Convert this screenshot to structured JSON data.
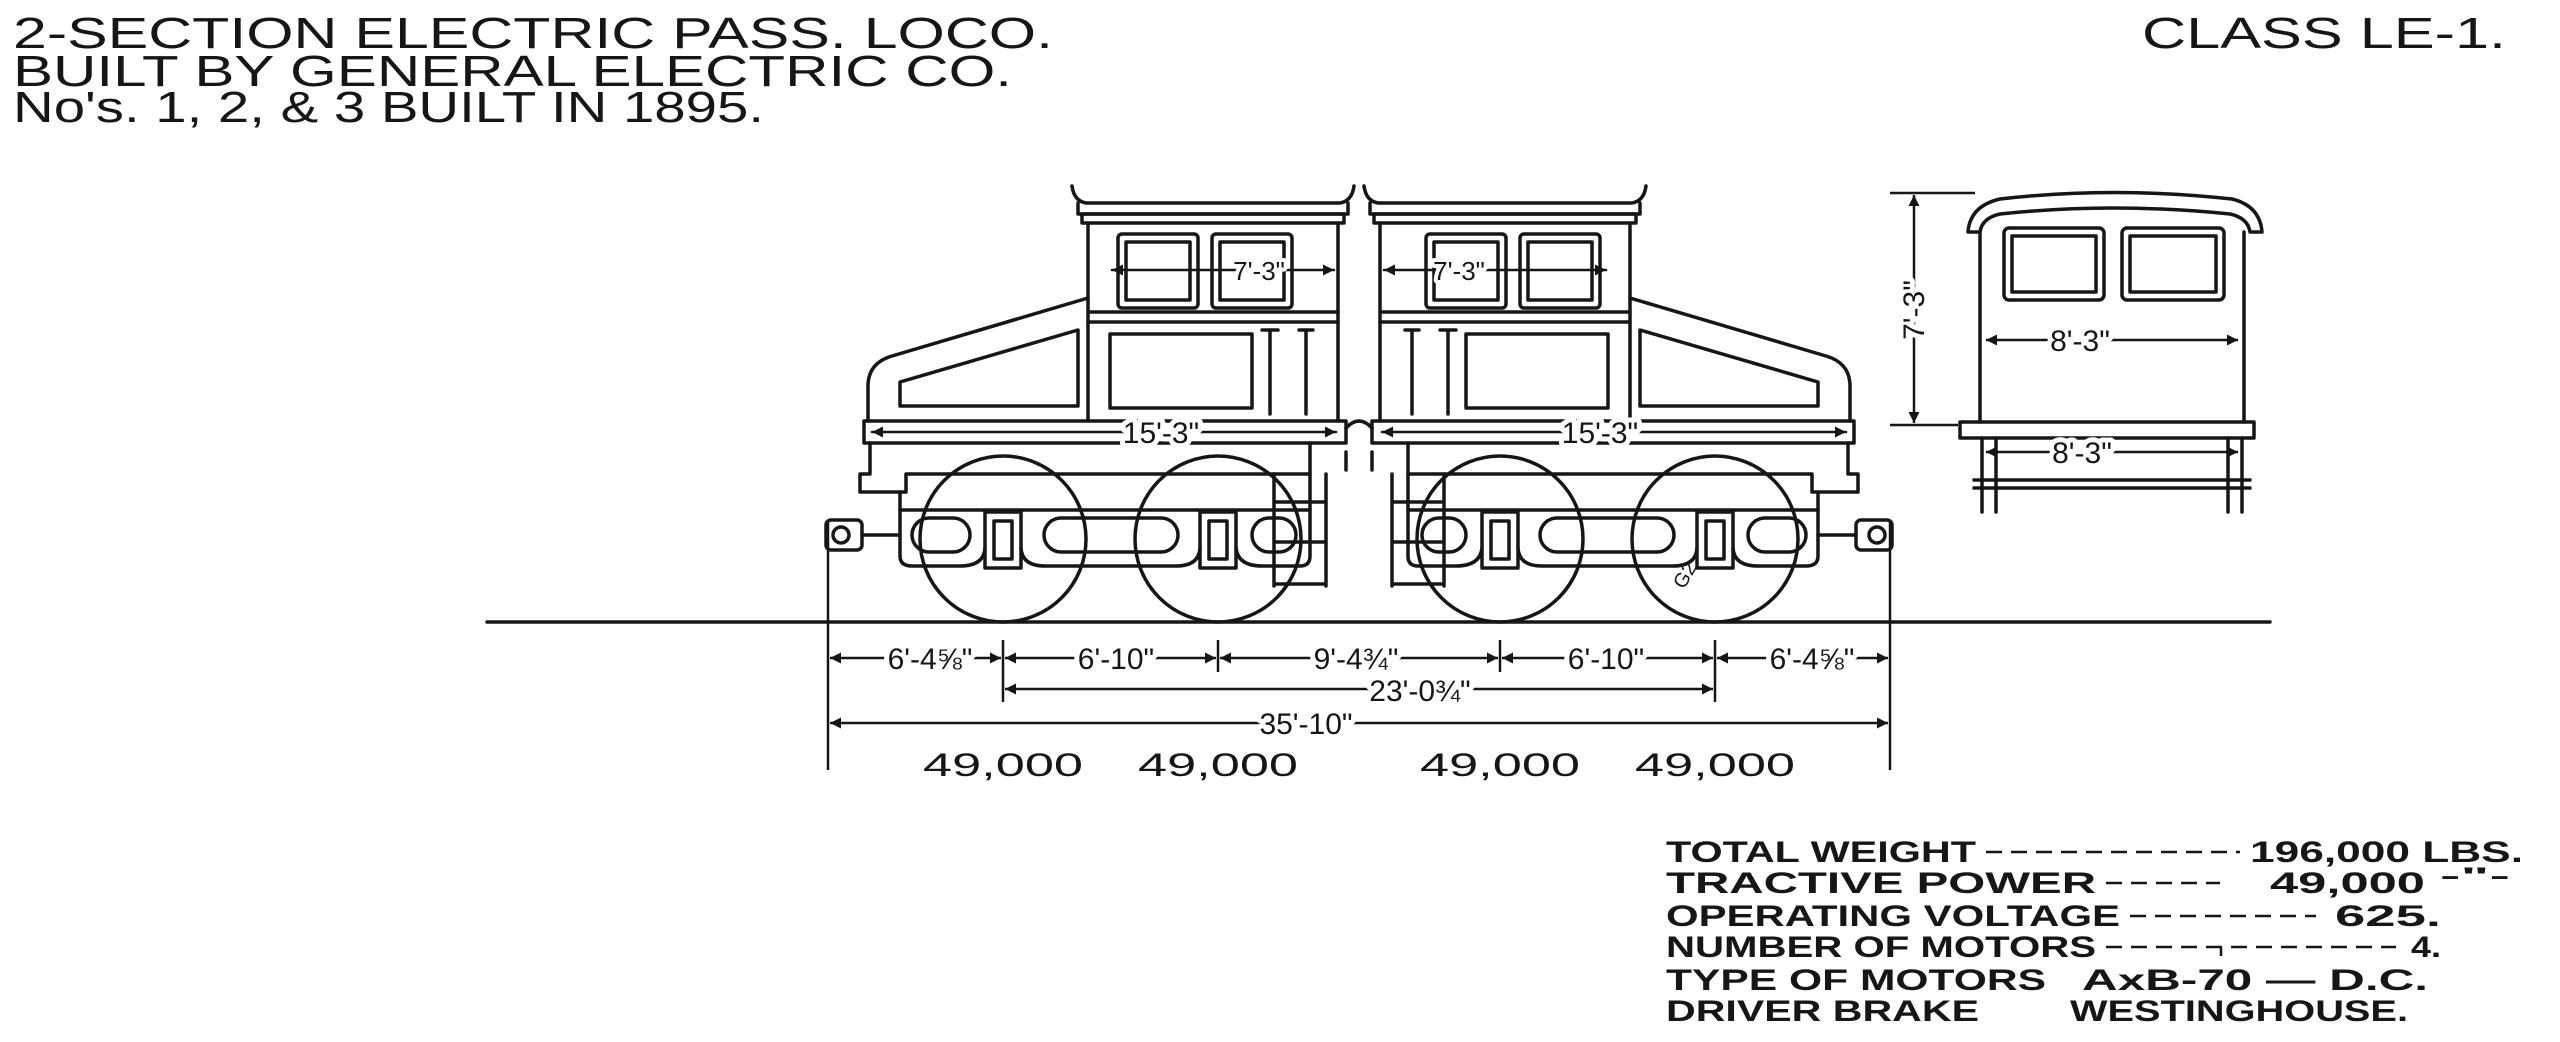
{
  "title": {
    "line1": "2-SECTION ELECTRIC PASS. LOCO.",
    "line2": "BUILT BY GENERAL ELECTRIC CO.",
    "line3": "No's. 1, 2, & 3 BUILT IN 1895."
  },
  "class_label": "CLASS LE-1.",
  "side_view": {
    "cab_width_left": "7'-3\"",
    "cab_width_right": "7'-3\"",
    "section_length_left": "15'-3\"",
    "section_length_right": "15'-3\"",
    "wheel_mark": "G2"
  },
  "end_view": {
    "height": "7'-3\"",
    "cab_width": "8'-3\"",
    "frame_width": "8'-3\""
  },
  "dimensions": {
    "spacing": [
      "6'-4⅝\"",
      "6'-10\"",
      "9'-4¾\"",
      "6'-10\"",
      "6'-4⅝\""
    ],
    "wheelbase": "23'-0¾\"",
    "overall_length": "35'-10\""
  },
  "axle_loads": [
    "49,000",
    "49,000",
    "49,000",
    "49,000"
  ],
  "specs": [
    {
      "label": "TOTAL WEIGHT",
      "value": "196,000 LBS."
    },
    {
      "label": "TRACTIVE POWER",
      "value": "49,000",
      "ditto": "-\"-"
    },
    {
      "label": "OPERATING VOLTAGE",
      "value": "625."
    },
    {
      "label": "NUMBER OF MOTORS",
      "value": "4."
    },
    {
      "label": "TYPE OF MOTORS",
      "value": "AxB-70 — D.C."
    },
    {
      "label": "DRIVER BRAKE",
      "value": "WESTINGHOUSE."
    }
  ]
}
